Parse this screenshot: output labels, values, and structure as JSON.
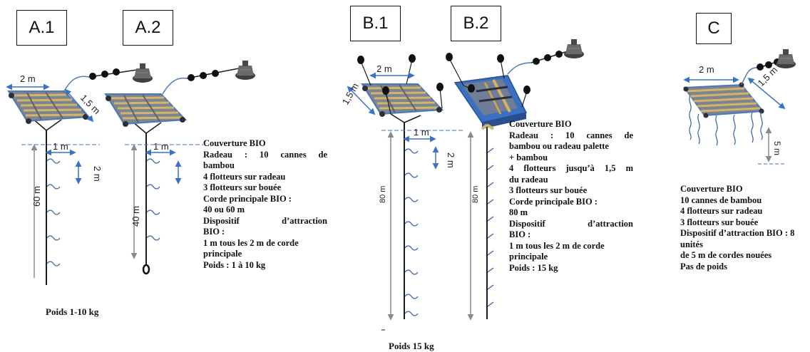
{
  "labels": {
    "a1": "A.1",
    "a2": "A.2",
    "b1": "B.1",
    "b2": "B.2",
    "c": "C"
  },
  "dims": {
    "a1_width": "2 m",
    "a1_depth": "1,5 m",
    "a1_spacing": "1 m",
    "a1_interval": "2 m",
    "a1_line": "60 m",
    "a2_spacing": "1 m",
    "a2_line": "40 m",
    "b1_width": "2 m",
    "b1_depth": "1,5 m",
    "b1_spacing": "1 m",
    "b1_interval": "2 m",
    "b1_line": "80 m",
    "b2_line": "80 m",
    "c_width": "2 m",
    "c_depth": "1,5 m",
    "c_rope": "5 m"
  },
  "desc_a": [
    "Couverture BIO",
    "Radeau : 10 cannes de",
    "bambou",
    "4 flotteurs sur radeau",
    "3 flotteurs sur bouée",
    "Corde principale BIO :",
    "40 ou 60 m",
    "Dispositif d’attraction",
    "BIO :",
    "1 m tous les 2 m de corde",
    "principale",
    "Poids : 1 à 10 kg"
  ],
  "desc_b": [
    "Couverture BIO",
    "Radeau : 10 cannes de",
    "bambou ou radeau palette",
    "+ bambou",
    "4 flotteurs jusqu’à 1,5 m",
    "du radeau",
    "3 flotteurs sur bouée",
    "Corde principale BIO :",
    "80 m",
    "Dispositif d’attraction",
    "BIO :",
    "1 m tous les 2 m de corde",
    "principale",
    "Poids : 15 kg"
  ],
  "desc_c": [
    "Couverture BIO",
    "10 cannes de bambou",
    "4 flotteurs sur radeau",
    "3 flotteurs sur bouée",
    "Dispositif d’attraction BIO : 8",
    "unités",
    "de 5 m de cordes nouées",
    "Pas de poids"
  ],
  "weight_a": "Poids 1-10 kg",
  "weight_b": "Poids 15 kg",
  "colors": {
    "arrow": "#3a72c4",
    "raft_fill": "#7d8592",
    "raft_edge": "#4e79b6",
    "bamboo": "#d4b468",
    "rope": "#1b1b1b",
    "wave": "#2f5da8",
    "buoy": "#555555"
  },
  "icons": [
    "raft",
    "buoy-icon",
    "float-icon",
    "weight-ring-icon"
  ]
}
